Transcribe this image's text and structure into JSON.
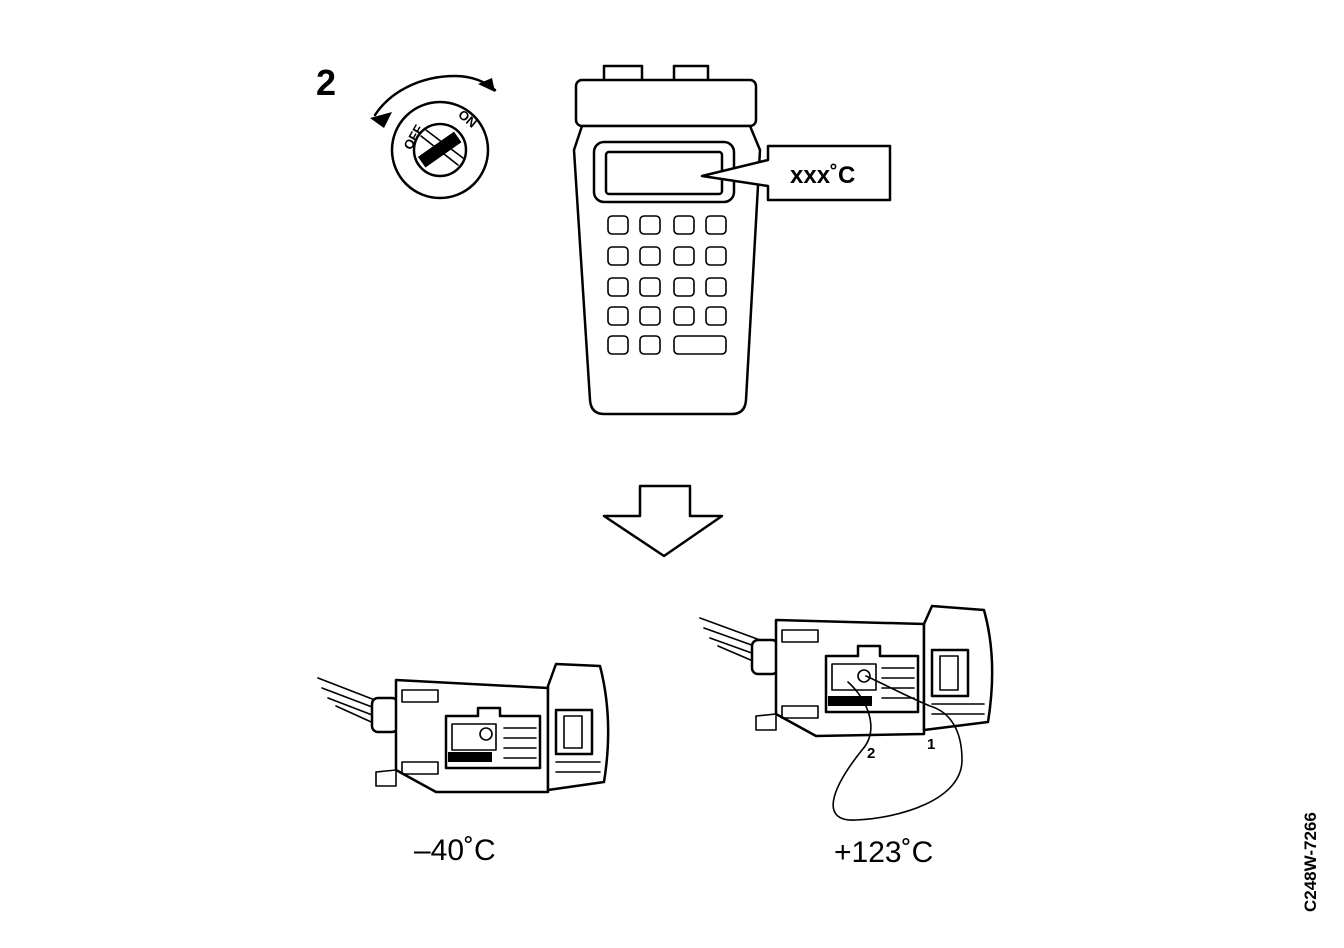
{
  "step_number": "2",
  "ignition": {
    "off_label": "OFF",
    "on_label": "ON"
  },
  "tester": {
    "display_callout": "xxx˚C"
  },
  "connectors": [
    {
      "caption": "–40˚C"
    },
    {
      "caption": "+123˚C",
      "pin_labels": [
        "2",
        "1"
      ]
    }
  ],
  "figure_code": "C248W-7266"
}
